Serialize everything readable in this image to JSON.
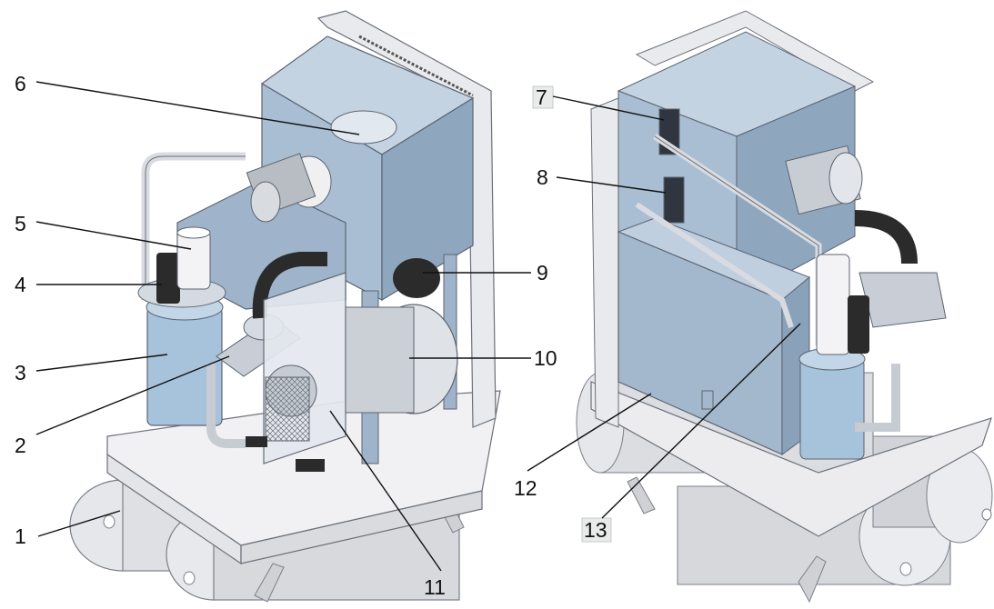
{
  "figure": {
    "callouts_left": [
      {
        "number": "1"
      },
      {
        "number": "2"
      },
      {
        "number": "3"
      },
      {
        "number": "4"
      },
      {
        "number": "5"
      },
      {
        "number": "6"
      },
      {
        "number": "9"
      },
      {
        "number": "10"
      },
      {
        "number": "11"
      }
    ],
    "callouts_right": [
      {
        "number": "7"
      },
      {
        "number": "8"
      },
      {
        "number": "12"
      },
      {
        "number": "13"
      }
    ]
  },
  "colors": {
    "panel_blue": "#a9bed3",
    "panel_blue_dark": "#8fa6bf",
    "panel_blue_light": "#c4d3e1",
    "frame_white": "#ececef",
    "tank_grey": "#dcdde0",
    "hose_black": "#2b2b2b",
    "outline": "#5c6470"
  }
}
